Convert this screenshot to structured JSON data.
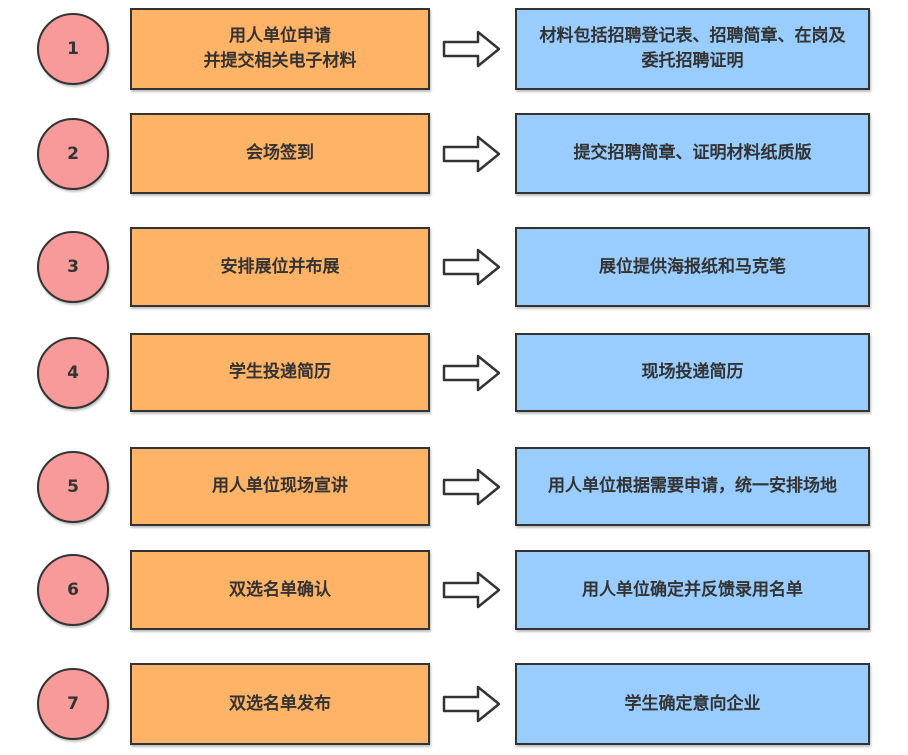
{
  "colors": {
    "circle": "#f89a9a",
    "step": "#ffb366",
    "desc": "#99ccff",
    "stroke": "#333333"
  },
  "rows": [
    {
      "num": "1",
      "step": "用人单位申请\n并提交相关电子材料",
      "desc": "材料包括招聘登记表、招聘简章、在岗及委托招聘证明"
    },
    {
      "num": "2",
      "step": "会场签到",
      "desc": "提交招聘简章、证明材料纸质版"
    },
    {
      "num": "3",
      "step": "安排展位并布展",
      "desc": "展位提供海报纸和马克笔"
    },
    {
      "num": "4",
      "step": "学生投递简历",
      "desc": "现场投递简历"
    },
    {
      "num": "5",
      "step": "用人单位现场宣讲",
      "desc": "用人单位根据需要申请，统一安排场地"
    },
    {
      "num": "6",
      "step": "双选名单确认",
      "desc": "用人单位确定并反馈录用名单"
    },
    {
      "num": "7",
      "step": "双选名单发布",
      "desc": "学生确定意向企业"
    }
  ]
}
